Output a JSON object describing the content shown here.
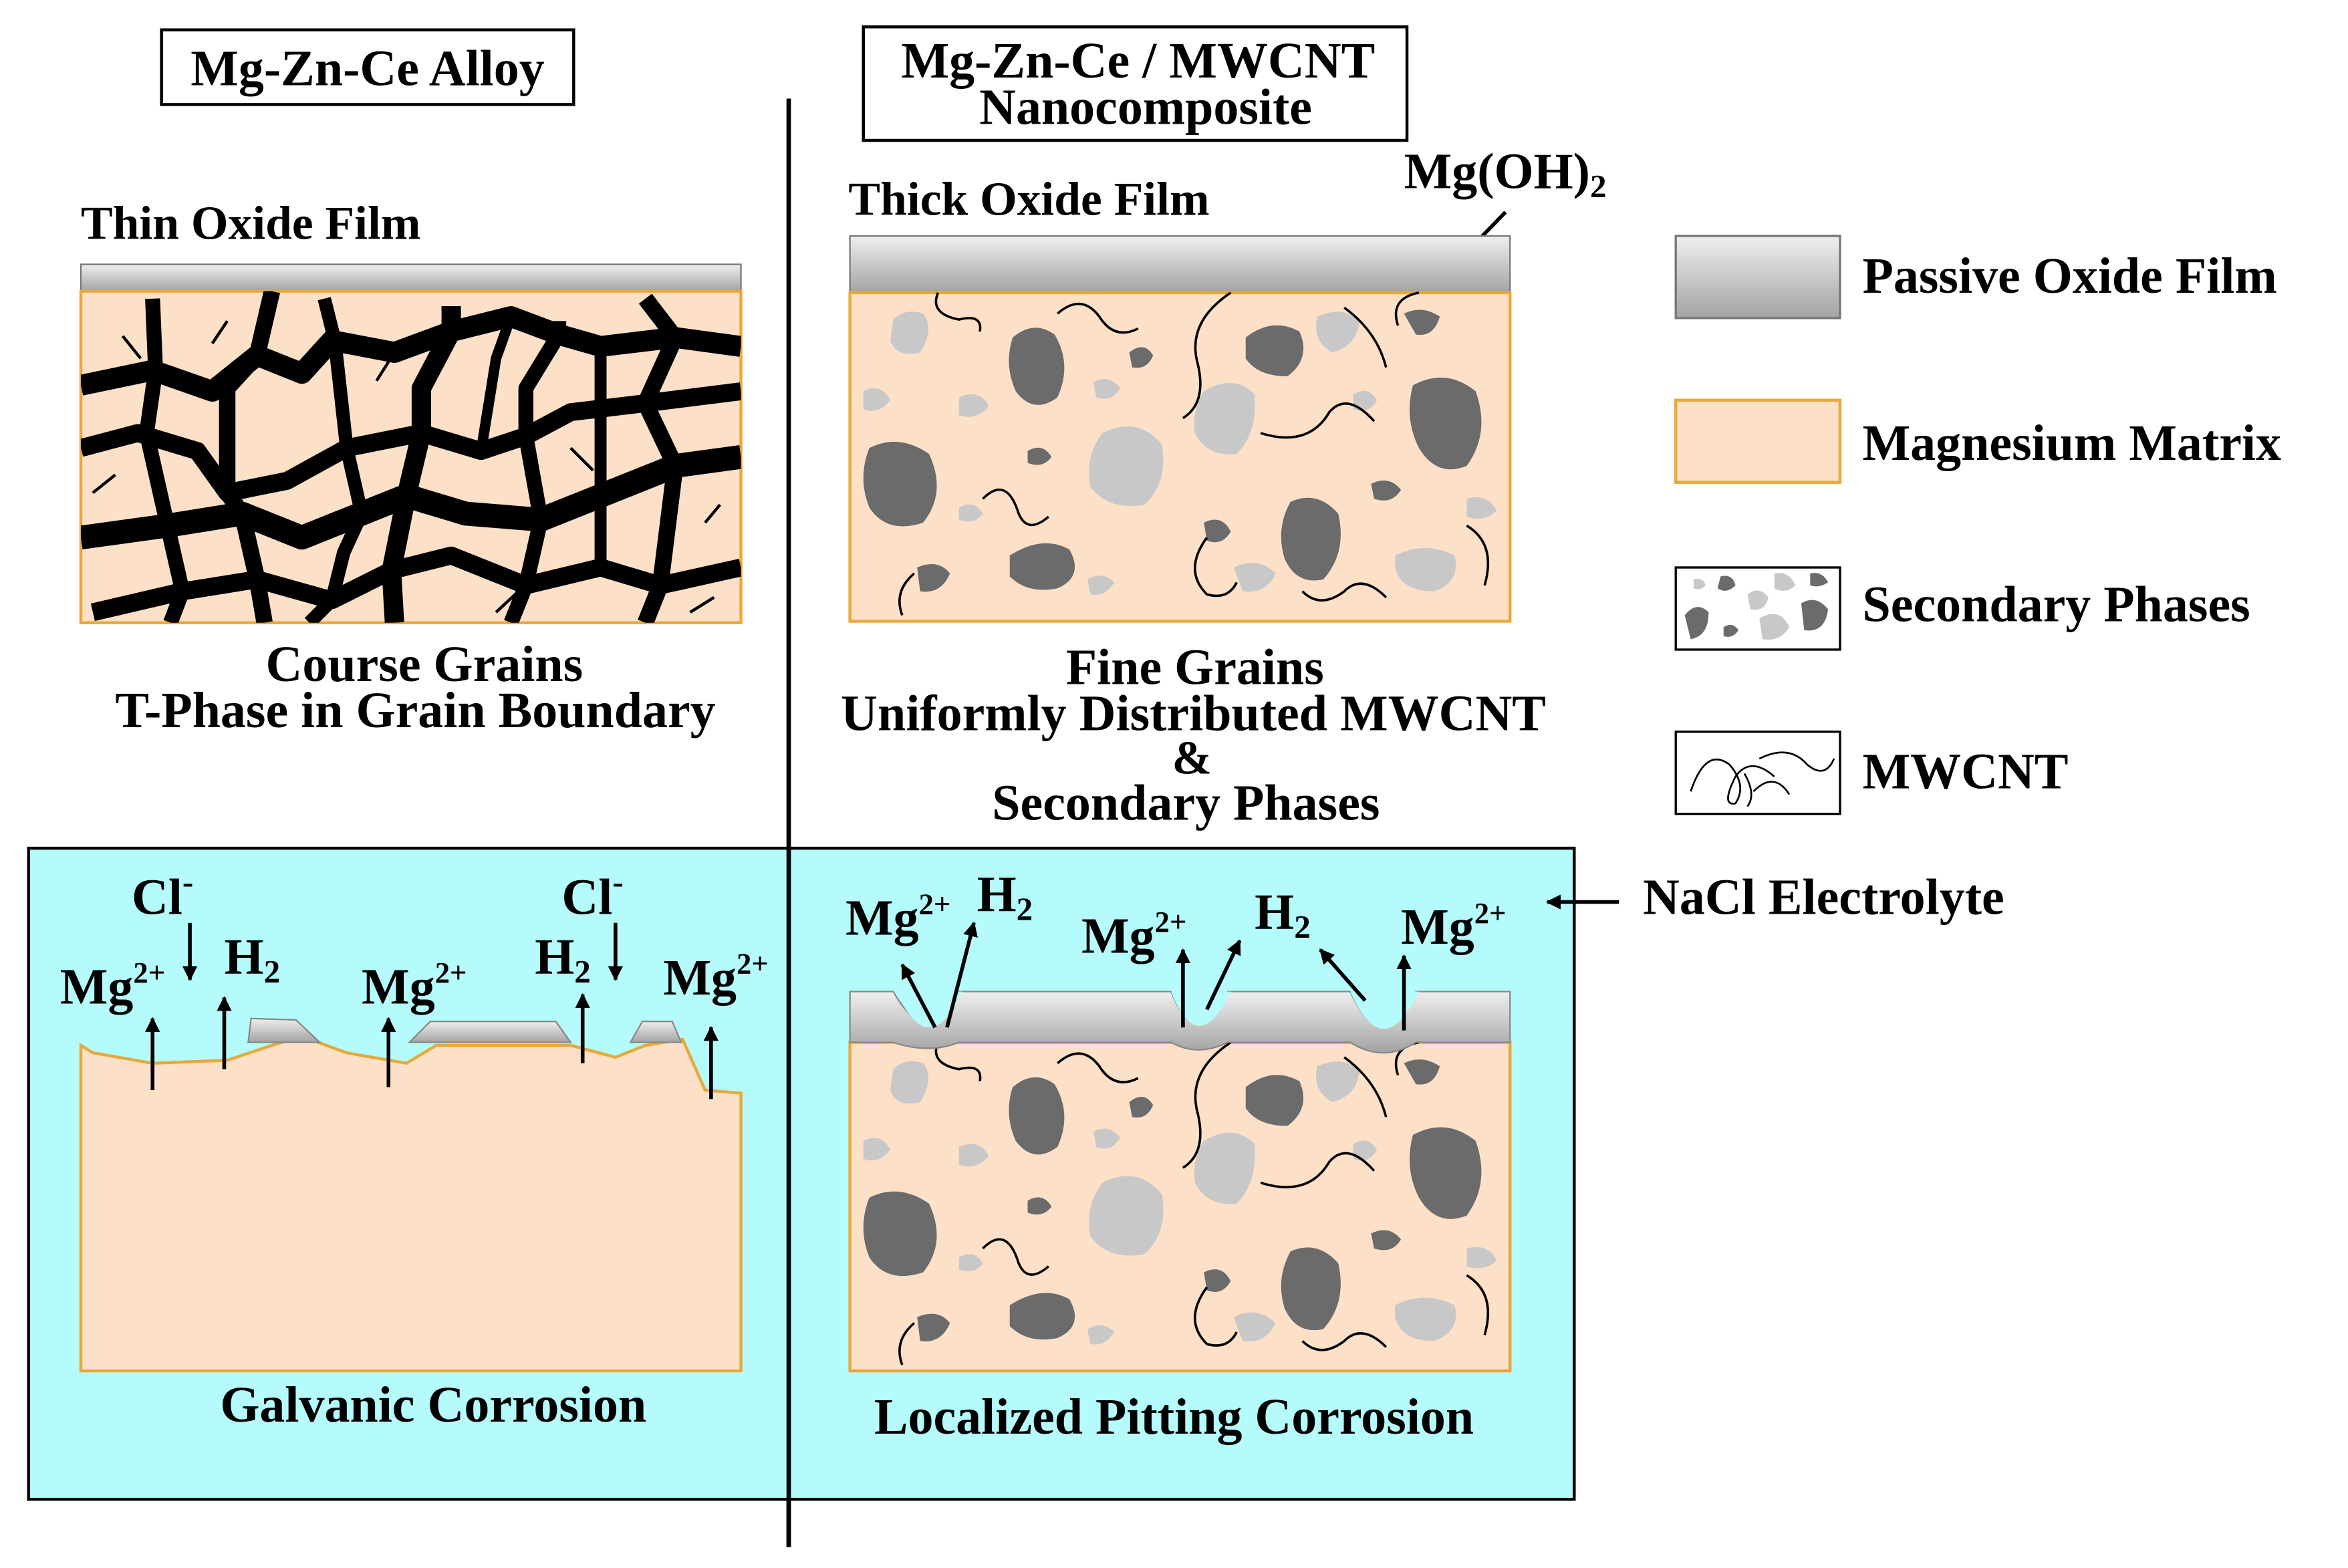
{
  "panels": {
    "alloy": {
      "title": "Mg-Zn-Ce Alloy",
      "film_label": "Thin Oxide Film",
      "caption_1": "Course Grains",
      "caption_2": "T-Phase in Grain Boundary",
      "corrosion_label": "Galvanic Corrosion"
    },
    "composite": {
      "title_1": "Mg-Zn-Ce / MWCNT",
      "title_2": "Nanocomposite",
      "film_label": "Thick Oxide Film",
      "hydroxide_label": "Mg(OH)",
      "hydroxide_subscript": "2",
      "caption_1": "Fine Grains",
      "caption_2": "Uniformly Distributed MWCNT",
      "caption_3": "&",
      "caption_4": "Secondary Phases",
      "corrosion_label": "Localized Pitting Corrosion"
    }
  },
  "legend": [
    {
      "label": "Passive Oxide Film"
    },
    {
      "label": "Magnesium Matrix"
    },
    {
      "label": "Secondary Phases"
    },
    {
      "label": "MWCNT"
    }
  ],
  "electrolyte_label": "NaCl Electrolyte",
  "species": {
    "mg": "Mg",
    "mg_charge": "2+",
    "h": "H",
    "h_sub": "2",
    "cl": "Cl",
    "cl_charge": "-"
  },
  "colors": {
    "matrix_fill": "#fde0c8",
    "matrix_border": "#e8a93a",
    "electrolyte": "#b5fbfb",
    "oxide_light": "#eeeeee",
    "oxide_dark": "#a6a6a6",
    "phase_dark": "#6b6b6b",
    "phase_light": "#c8c8c8",
    "boundary": "#000000"
  }
}
